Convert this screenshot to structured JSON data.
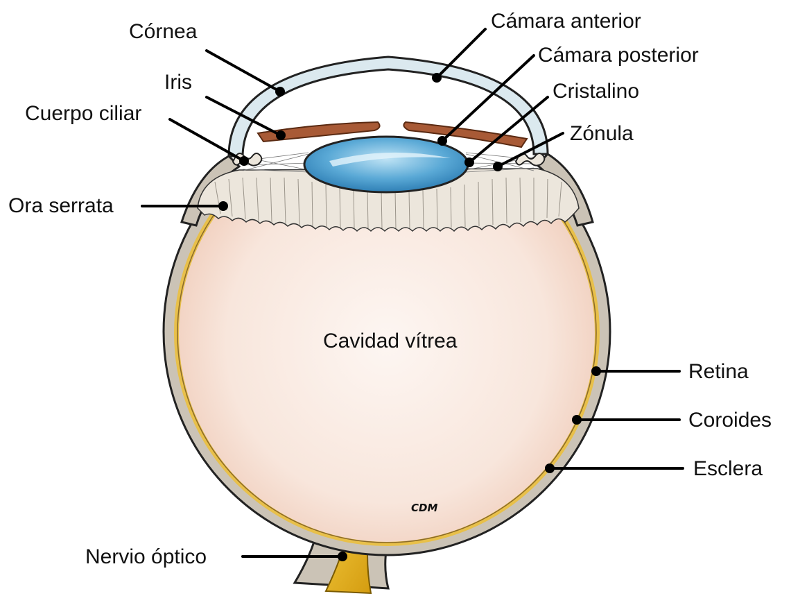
{
  "labels": {
    "cornea": "Córnea",
    "anterior_chamber": "Cámara anterior",
    "posterior_chamber": "Cámara posterior",
    "iris": "Iris",
    "lens": "Cristalino",
    "ciliary_body": "Cuerpo ciliar",
    "zonule": "Zónula",
    "ora_serrata": "Ora serrata",
    "vitreous_cavity": "Cavidad vítrea",
    "retina": "Retina",
    "choroid": "Coroides",
    "sclera": "Esclera",
    "optic_nerve": "Nervio óptico"
  },
  "signature": "CDM",
  "colors": {
    "sclera": "#cbc3b6",
    "sclera_outline": "#222222",
    "choroid": "#e8c04a",
    "vitreous": "#f7e3d8",
    "cornea": "#dbe9ef",
    "iris": "#a85a36",
    "lens": "#5aa9d6",
    "lens_highlight": "#bfe3f5",
    "ciliary": "#ece6dc",
    "optic_nerve": "#e6b420"
  }
}
